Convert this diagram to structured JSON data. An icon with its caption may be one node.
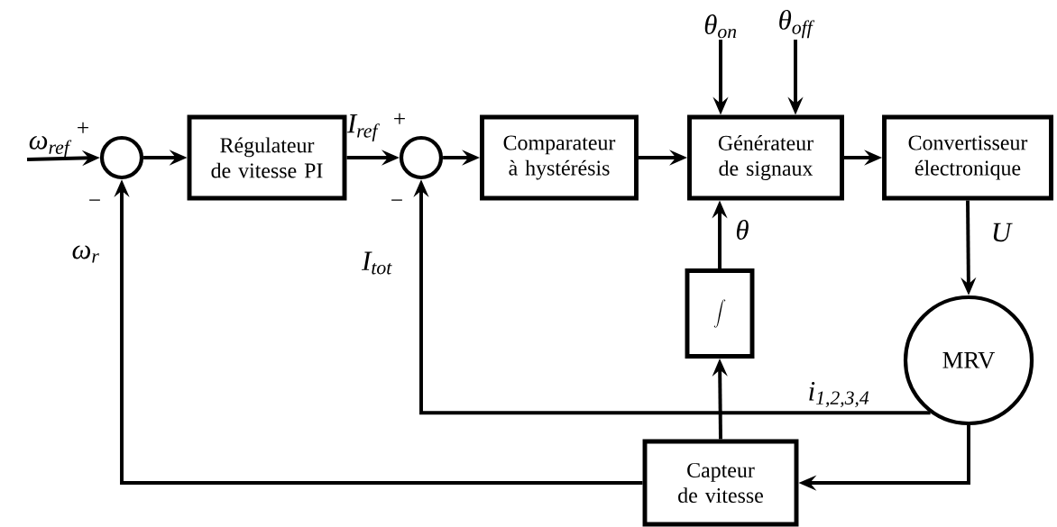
{
  "diagram": {
    "nodes": [
      {
        "text": [],
        "shape": "circle"
      },
      {
        "text": [
          "Régulateur de vitesse PI"
        ]
      },
      {
        "text": [],
        "shape": "circle"
      },
      {
        "text": [
          "Comparateur à hystérésis"
        ]
      },
      {
        "text": [
          "Générateur de signaux"
        ]
      },
      {
        "text": [
          "Convertisseur électronique"
        ]
      },
      {
        "text": [
          "\\int"
        ]
      },
      {
        "text": [
          "MRV"
        ]
      },
      {
        "text": [
          "Capteur de vitesse"
        ]
      },
      {
        "text": [
          "ω$_{ref}$"
        ]
      },
      {
        "text": [
          "θ$_{on}$"
        ]
      },
      {
        "text": [
          "θ$_{off}$"
        ]
      }
    ],
    "edges": [
      {
        "from": 9,
        "to": 0,
        "arrow": "to"
      },
      {
        "from": 0,
        "to": 1,
        "arrow": "to"
      },
      {
        "from": 1,
        "to": 2,
        "arrow": "to",
        "label": "I$_{ref}$"
      },
      {
        "from": 2,
        "to": 3,
        "arrow": "to"
      },
      {
        "from": 3,
        "to": 4,
        "arrow": "to"
      },
      {
        "from": 4,
        "to": 5,
        "arrow": "to"
      },
      {
        "from": 10,
        "to": 4,
        "arrow": "to"
      },
      {
        "from": 11,
        "to": 4,
        "arrow": "to"
      },
      {
        "from": 6,
        "to": 4,
        "arrow": "to",
        "label": "θ"
      },
      {
        "from": 5,
        "to": 7,
        "arrow": "to",
        "label": "U"
      },
      {
        "from": 7,
        "to": 2,
        "arrow": "to",
        "label": "i$_{1,2,3,4}$"
      },
      {
        "from": 8,
        "to": 6,
        "arrow": "to"
      },
      {
        "from": 8,
        "to": 0,
        "arrow": "to",
        "label": "ω$_{r}$"
      },
      {
        "from": 7,
        "to": 8,
        "arrow": "to"
      }
    ],
    "labels": [
      "+",
      "−",
      "+",
      "−",
      "I$_{tot}$"
    ]
  }
}
